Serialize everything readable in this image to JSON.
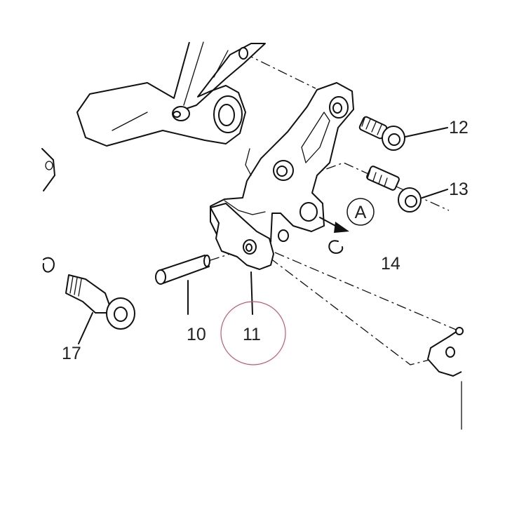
{
  "callouts": {
    "c10": "10",
    "c11": "11",
    "c12": "12",
    "c13": "13",
    "c14": "14",
    "c17": "17",
    "detail_a": "A"
  },
  "highlight": {
    "target": "11",
    "color": "#c8566a"
  }
}
